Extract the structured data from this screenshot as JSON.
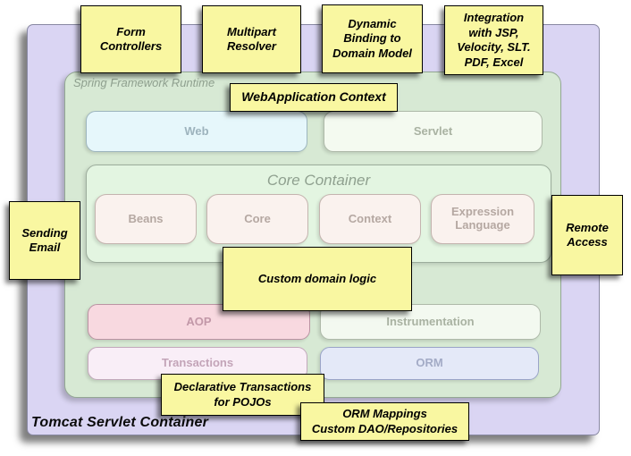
{
  "canvas": {
    "bg": "#ffffff"
  },
  "outer": {
    "label": "Tomcat Servlet Container",
    "fill": "#dad5f3"
  },
  "runtime": {
    "label": "Spring Framework Runtime",
    "fill": "#d7e9d4",
    "label_color": "#8fa08f"
  },
  "core_container": {
    "title": "Core Container",
    "fill": "#e3f5e1",
    "border": "#9cad9c",
    "title_color": "#8fa08f"
  },
  "modules": {
    "web": {
      "label": "Web",
      "fill": "#e6f7fb",
      "border": "#9db5be",
      "text": "#9db3bd"
    },
    "servlet": {
      "label": "Servlet",
      "fill": "#f4faf0",
      "border": "#aeb9a9",
      "text": "#a9b2a2"
    },
    "beans": {
      "label": "Beans",
      "fill": "#faf2ee",
      "border": "#c4b4af",
      "text": "#b5a8a2"
    },
    "core": {
      "label": "Core",
      "fill": "#faf2ee",
      "border": "#c4b4af",
      "text": "#b5a8a2"
    },
    "context": {
      "label": "Context",
      "fill": "#faf2ee",
      "border": "#c4b4af",
      "text": "#b5a8a2"
    },
    "expression": {
      "label": "Expression\nLanguage",
      "fill": "#faf2ee",
      "border": "#c4b4af",
      "text": "#b5a8a2"
    },
    "aop": {
      "label": "AOP",
      "fill": "#f8d9e0",
      "border": "#bb93a3",
      "text": "#c298a8"
    },
    "instrumentation": {
      "label": "Instrumentation",
      "fill": "#f3f9f0",
      "border": "#aeb9a9",
      "text": "#a9b2a2"
    },
    "transactions": {
      "label": "Transactions",
      "fill": "#f9eef7",
      "border": "#c2a8bb",
      "text": "#c3a4b8"
    },
    "orm": {
      "label": "ORM",
      "fill": "#e4e9f8",
      "border": "#9aa4c8",
      "text": "#a3abc6"
    }
  },
  "notes": {
    "fill": "#f9f7a1",
    "items": [
      {
        "id": "form-controllers",
        "text": "Form\nControllers"
      },
      {
        "id": "multipart-resolver",
        "text": "Multipart\nResolver"
      },
      {
        "id": "dynamic-binding",
        "text": "Dynamic\nBinding to\nDomain Model"
      },
      {
        "id": "integration",
        "text": "Integration\nwith JSP,\nVelocity, SLT.\nPDF, Excel"
      },
      {
        "id": "webapplication-context",
        "text": "WebApplication Context"
      },
      {
        "id": "sending-email",
        "text": "Sending\nEmail"
      },
      {
        "id": "remote-access",
        "text": "Remote\nAccess"
      },
      {
        "id": "custom-domain-logic",
        "text": "Custom domain logic"
      },
      {
        "id": "declarative-transactions",
        "text": "Declarative Transactions\nfor POJOs"
      },
      {
        "id": "orm-mappings",
        "text": "ORM Mappings\nCustom DAO/Repositories"
      }
    ]
  }
}
